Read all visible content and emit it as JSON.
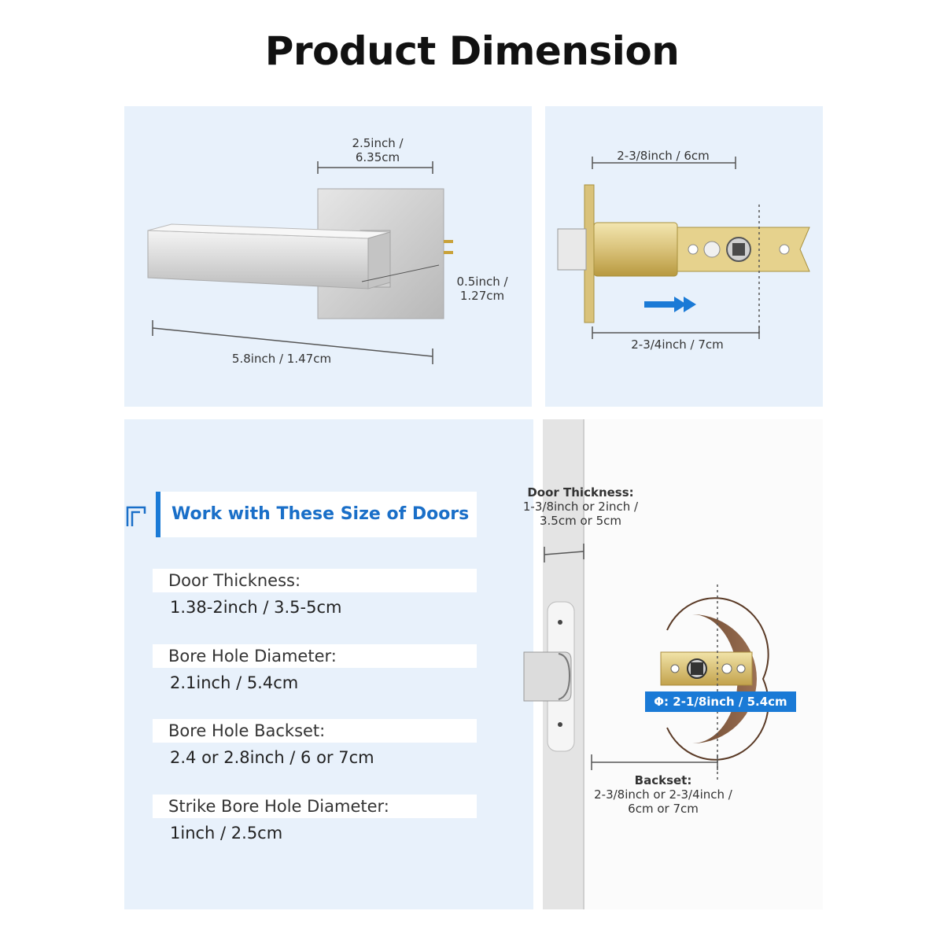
{
  "page": {
    "title": "Product Dimension"
  },
  "lever_panel": {
    "width_label_1": "2.5inch /",
    "width_label_2": "6.35cm",
    "depth_label_1": "0.5inch /",
    "depth_label_2": "1.27cm",
    "length_label": "5.8inch / 1.47cm"
  },
  "latch_panel": {
    "top_label": "2-3/8inch / 6cm",
    "bottom_label": "2-3/4inch / 7cm"
  },
  "sizes_panel": {
    "heading": "Work with These Size of Doors",
    "specs": [
      {
        "label": "Door Thickness:",
        "value": "1.38-2inch / 3.5-5cm"
      },
      {
        "label": "Bore Hole Diameter:",
        "value": "2.1inch / 5.4cm"
      },
      {
        "label": "Bore Hole Backset:",
        "value": "2.4 or 2.8inch / 6 or 7cm"
      },
      {
        "label": "Strike Bore Hole Diameter:",
        "value": "1inch / 2.5cm"
      }
    ]
  },
  "door_panel": {
    "thickness_title": "Door Thickness:",
    "thickness_line_1": "1-3/8inch or 2inch /",
    "thickness_line_2": "3.5cm or 5cm",
    "bore_label": "Φ: 2-1/8inch / 5.4cm",
    "backset_title": "Backset:",
    "backset_line_1": "2-3/8inch or 2-3/4inch /",
    "backset_line_2": "6cm or 7cm"
  },
  "colors": {
    "accent": "#1a7ad6",
    "panel_bg": "#e8f1fb",
    "bore_label_bg": "#1a7ad6"
  }
}
